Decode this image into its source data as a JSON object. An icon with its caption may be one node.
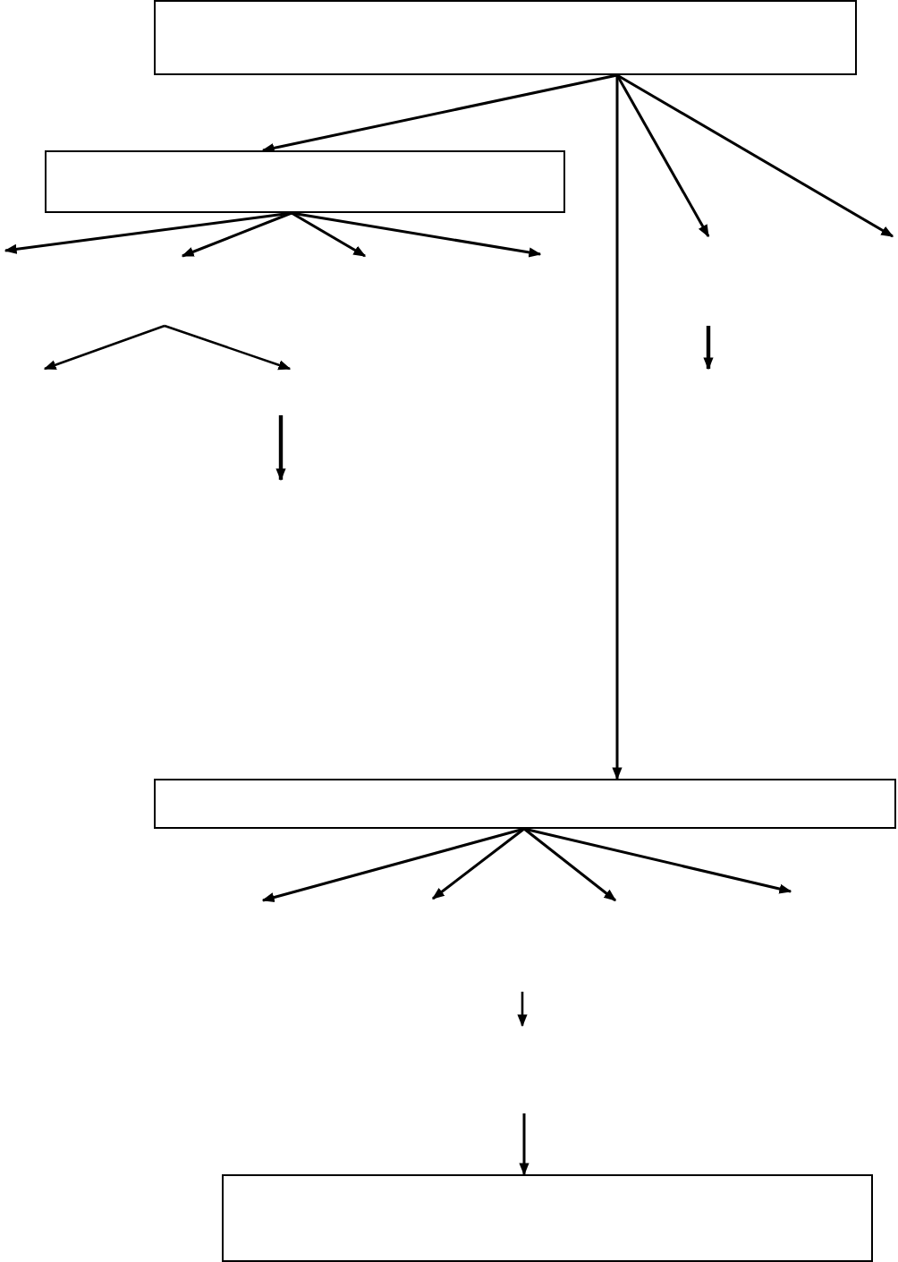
{
  "diagram": {
    "nodes": [
      {
        "text": [],
        "shape": "box"
      },
      {
        "text": [],
        "shape": "box"
      },
      {
        "text": [],
        "shape": "box"
      },
      {
        "text": [],
        "shape": "box"
      }
    ],
    "edges": [
      {
        "from": 0,
        "to": 1,
        "arrow": "to"
      },
      {
        "from": 0,
        "to": 2,
        "arrow": "to"
      },
      {
        "from": 0,
        "to": null,
        "arrow": "to"
      },
      {
        "from": 0,
        "to": null,
        "arrow": "to"
      },
      {
        "from": 1,
        "to": null,
        "arrow": "to"
      },
      {
        "from": 1,
        "to": null,
        "arrow": "to"
      },
      {
        "from": 1,
        "to": null,
        "arrow": "to"
      },
      {
        "from": 1,
        "to": null,
        "arrow": "to"
      },
      {
        "from": 2,
        "to": null,
        "arrow": "to"
      },
      {
        "from": 2,
        "to": null,
        "arrow": "to"
      },
      {
        "from": 2,
        "to": null,
        "arrow": "to"
      },
      {
        "from": 2,
        "to": null,
        "arrow": "to"
      },
      {
        "from": null,
        "to": 3,
        "arrow": "to"
      }
    ]
  }
}
